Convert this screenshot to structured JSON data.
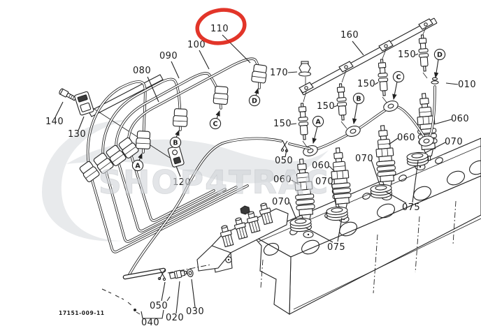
{
  "diagram": {
    "kind": "engine-fuel-injection-parts-diagram",
    "doc_number": "17151-009-11",
    "watermark_text": "SHOP4TRAC",
    "highlight": {
      "part": "110",
      "color": "#e02417",
      "shape": "ellipse"
    },
    "line_color": "#222222",
    "background": "#ffffff"
  },
  "labels": {
    "pipe1": "080",
    "pipe2": "090",
    "pipe3": "100",
    "pipe4": "110",
    "rail": "160",
    "nut": "170",
    "overflow_pipe": "010",
    "glow1": "150",
    "glow2": "150",
    "glow3": "150",
    "glow4": "150",
    "bolt": "140",
    "clamp1": "130",
    "clamp2": "120",
    "hose_top": "050",
    "hose_bottom": "050",
    "holder1": "060",
    "holder2": "060",
    "holder3": "060",
    "holder4": "060",
    "gasket1": "070",
    "gasket2": "070",
    "gasket3": "070",
    "gasket4": "070",
    "seat1": "075",
    "seat2": "075",
    "joint_bolt": "020",
    "washer": "030",
    "feed_pipe": "040",
    "doc_number": "17151-009-11",
    "watermark": "SHOP4TRAC"
  },
  "connection_letters": {
    "pipe_a": "A",
    "pipe_b": "B",
    "pipe_c": "C",
    "pipe_d": "D",
    "inj_a": "A",
    "inj_b": "B",
    "inj_c": "C",
    "inj_d": "D"
  }
}
